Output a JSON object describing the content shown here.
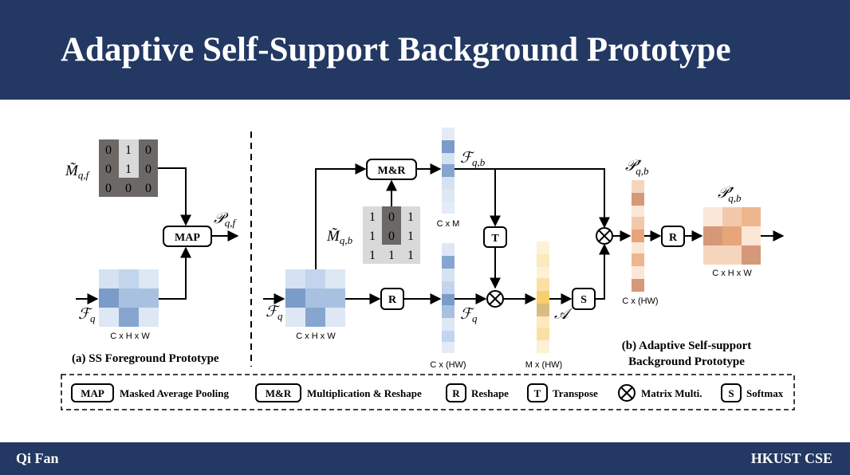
{
  "slide": {
    "title": "Adaptive Self-Support Background Prototype",
    "author": "Qi Fan",
    "org": "HKUST CSE"
  },
  "colors": {
    "header_bg": "#233862",
    "blue_dark": "#7a9cc9",
    "blue_mid": "#a9c1e0",
    "blue_light": "#d4e2f2",
    "yellow_light": "#fdefcd",
    "orange_mid": "#e7a57a"
  },
  "left_panel": {
    "mask_label": "M̃",
    "mask_sub": "q,f",
    "mask_values": [
      [
        "0",
        "1",
        "0"
      ],
      [
        "0",
        "1",
        "0"
      ],
      [
        "0",
        "0",
        "0"
      ]
    ],
    "feature_label": "ℱ",
    "feature_sub": "q",
    "feature_dim": "C x H x W",
    "map_box": "MAP",
    "output_label": "𝒫",
    "output_sub": "q,f",
    "caption": "(a) SS Foreground Prototype"
  },
  "right_panel": {
    "feature_label": "ℱ",
    "feature_sub": "q",
    "feature_dim": "C x H x W",
    "mr_box": "M&R",
    "mask_label": "M̃",
    "mask_sub": "q,b",
    "mask_values": [
      [
        "1",
        "0",
        "1"
      ],
      [
        "1",
        "0",
        "1"
      ],
      [
        "1",
        "1",
        "1"
      ]
    ],
    "fqb_label": "ℱ",
    "fqb_sub": "q,b",
    "fqb_dim": "C x M",
    "r_box": "R",
    "fq_label": "ℱ",
    "fq_sub": "q",
    "fq_dim": "C x (HW)",
    "t_box": "T",
    "a_label": "𝒜",
    "a_dim": "M x (HW)",
    "s_box": "S",
    "pstar_label": "𝒫",
    "pstar_sup": "⋆",
    "pstar_sub": "q,b",
    "pstar_dim": "C x (HW)",
    "r2_box": "R",
    "out_label": "𝒫",
    "out_sup": "⋆",
    "out_sub": "q,b",
    "out_dim": "C x H x W",
    "caption_line1": "(b) Adaptive Self-support",
    "caption_line2": "Background Prototype"
  },
  "legend": [
    {
      "symbol": "MAP",
      "text": "Masked Average Pooling"
    },
    {
      "symbol": "M&R",
      "text": "Multiplication & Reshape"
    },
    {
      "symbol": "R",
      "text": "Reshape"
    },
    {
      "symbol": "T",
      "text": "Transpose"
    },
    {
      "symbol": "⊗",
      "text": "Matrix Multi."
    },
    {
      "symbol": "S",
      "text": "Softmax"
    }
  ]
}
